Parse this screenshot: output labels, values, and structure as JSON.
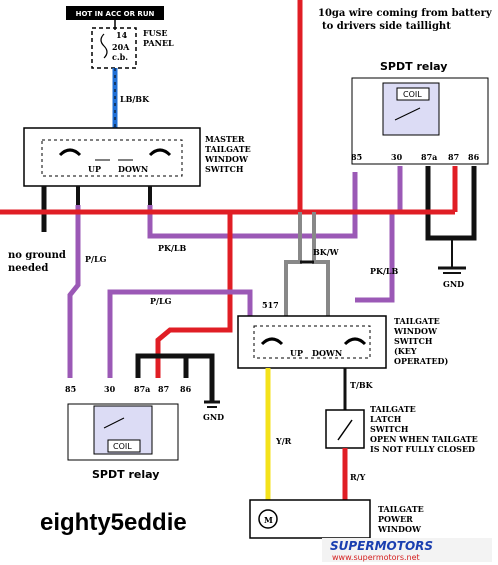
{
  "colors": {
    "wire_red": "#e01e25",
    "wire_purple": "#9b59b6",
    "wire_blue": "#1f6fd6",
    "wire_yellow": "#f4e21b",
    "wire_black": "#111111",
    "wire_gray": "#999999",
    "relay_fill": "#dcdcf5",
    "brand_red": "#d42020",
    "brand_blue": "#1a3fb0"
  },
  "top_banner": "HOT IN ACC OR RUN",
  "fuse": {
    "line1": "14",
    "line2": "20A",
    "line3": "c.b.",
    "label_line1": "FUSE",
    "label_line2": "PANEL"
  },
  "battery_note": {
    "line1": "10ga wire coming from battery",
    "line2": "to drivers side taillight"
  },
  "master_switch": {
    "title1": "MASTER",
    "title2": "TAILGATE",
    "title3": "WINDOW",
    "title4": "SWITCH",
    "up": "UP",
    "down": "DOWN"
  },
  "relay_top": {
    "title": "SPDT relay",
    "coil": "COIL",
    "pins": [
      "85",
      "30",
      "87a",
      "87",
      "86"
    ]
  },
  "relay_bottom": {
    "title": "SPDT relay",
    "coil": "COIL",
    "pins": [
      "85",
      "30",
      "87a",
      "87",
      "86"
    ]
  },
  "wire_labels": {
    "lb_bk": "LB/BK",
    "pk_lb_1": "PK/LB",
    "pk_lb_2": "PK/LB",
    "p_lg_1": "P/LG",
    "p_lg_2": "P/LG",
    "bk_w": "BK/W",
    "w517": "517",
    "t_bk": "T/BK",
    "y_r": "Y/R",
    "r_y": "R/Y"
  },
  "no_ground": {
    "line1": "no ground",
    "line2": "needed"
  },
  "gnd_top": "GND",
  "gnd_bottom": "GND",
  "tailgate_switch": {
    "title1": "TAILGATE",
    "title2": "WINDOW",
    "title3": "SWITCH",
    "title4": "(KEY",
    "title5": "OPERATED)",
    "up": "UP",
    "down": "DOWN"
  },
  "latch_switch": {
    "title1": "TAILGATE",
    "title2": "LATCH",
    "title3": "SWITCH",
    "note1": "OPEN WHEN TAILGATE",
    "note2": "IS NOT FULLY CLOSED"
  },
  "motor": {
    "symbol": "M",
    "title1": "TAILGATE",
    "title2": "POWER",
    "title3": "WINDOW"
  },
  "author": "eighty5eddie",
  "brand": {
    "name": "SUPERMOTORS",
    "url": "www.supermotors.net"
  }
}
